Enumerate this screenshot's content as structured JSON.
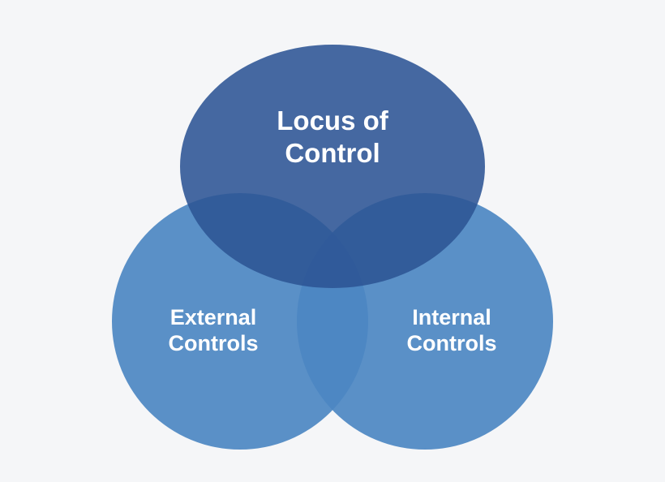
{
  "diagram": {
    "top": {
      "line1": "Locus of",
      "line2": "Control",
      "color": "#2c5494"
    },
    "left": {
      "line1": "External",
      "line2": "Controls",
      "color": "#4c87c2"
    },
    "right": {
      "line1": "Internal",
      "line2": "Controls",
      "color": "#4c87c2"
    },
    "background": "#f5f6f8"
  }
}
